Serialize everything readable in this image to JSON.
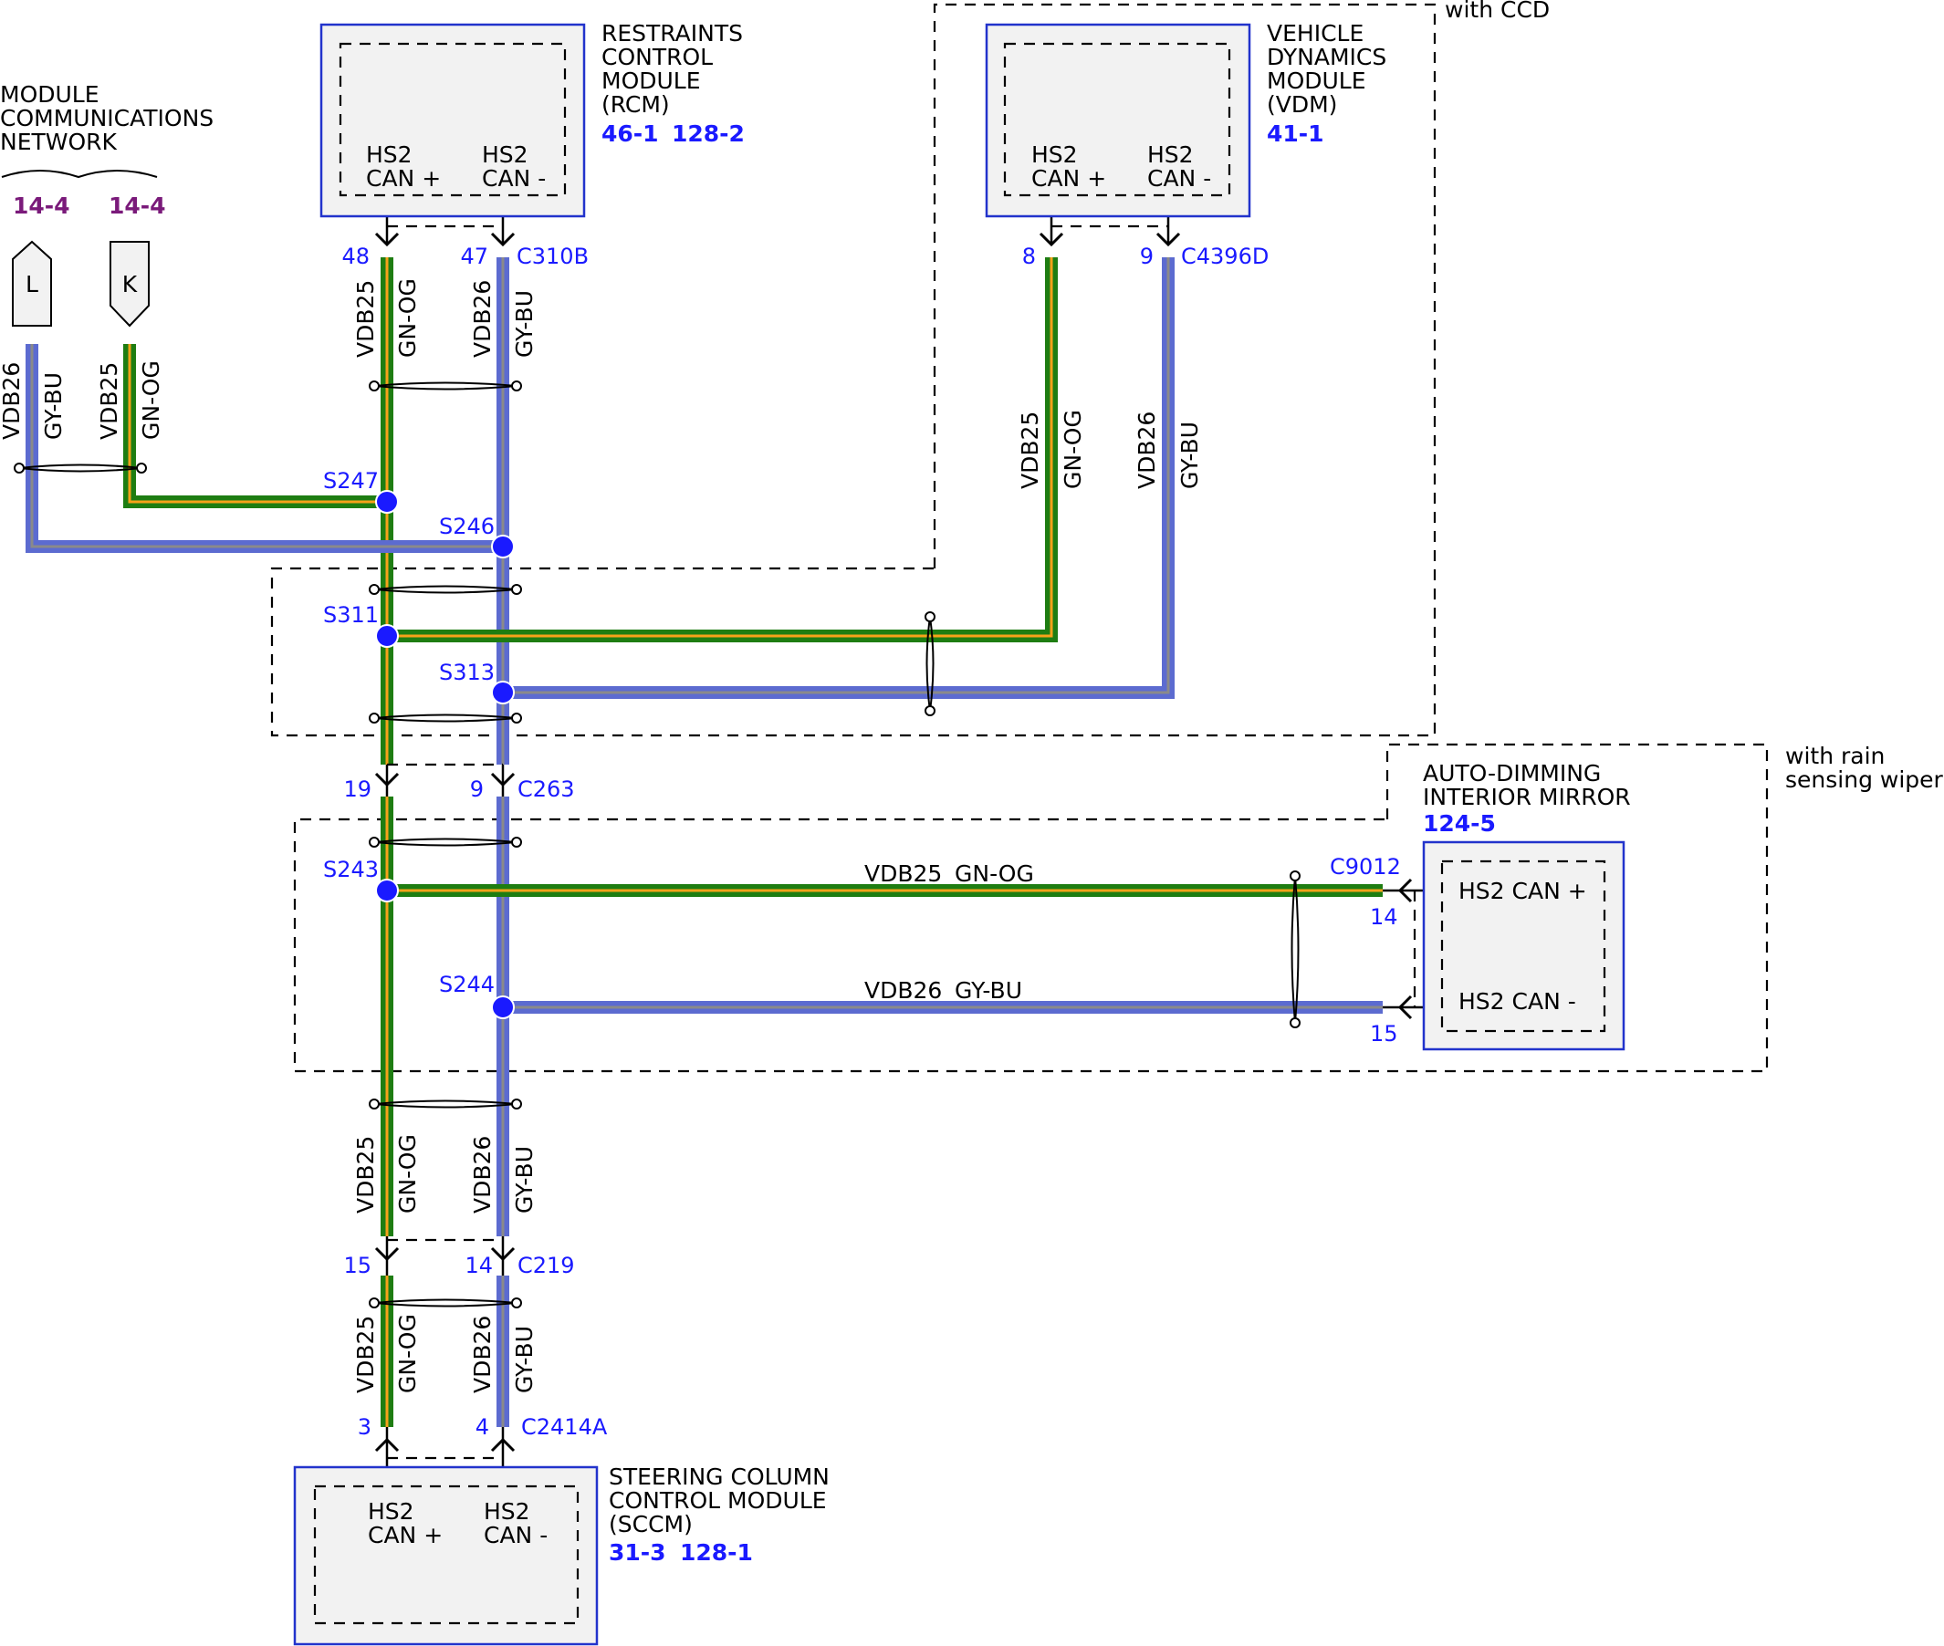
{
  "colors": {
    "pin_text": "#1a1aff",
    "ref_blue": "#1a1aff",
    "ref_purple": "#7a1a7a",
    "module_border": "#2233cc",
    "module_fill": "#f2f2f2",
    "splice_dot": "#1a1aff",
    "wire_gn_og_base": "#1e7d12",
    "wire_gn_og_stripe": "#f6a21a",
    "wire_gy_bu_base": "#5c6bd0",
    "wire_gy_bu_stripe": "#8a8a8a"
  },
  "network": {
    "line1": "MODULE",
    "line2": "COMMUNICATIONS",
    "line3": "NETWORK",
    "ref_left": "14-4",
    "ref_right": "14-4",
    "conn_left": "L",
    "conn_right": "K"
  },
  "rcm": {
    "name_line1": "RESTRAINTS",
    "name_line2": "CONTROL",
    "name_line3": "MODULE",
    "name_line4": "(RCM)",
    "ref1": "46-1",
    "ref2": "128-2",
    "pin_plus_l1": "HS2",
    "pin_plus_l2": "CAN +",
    "pin_minus_l1": "HS2",
    "pin_minus_l2": "CAN -",
    "connector": "C310B",
    "pin_a": "48",
    "pin_b": "47"
  },
  "vdm": {
    "name_line1": "VEHICLE",
    "name_line2": "DYNAMICS",
    "name_line3": "MODULE",
    "name_line4": "(VDM)",
    "ref1": "41-1",
    "pin_plus_l1": "HS2",
    "pin_plus_l2": "CAN +",
    "pin_minus_l1": "HS2",
    "pin_minus_l2": "CAN -",
    "connector": "C4396D",
    "pin_a": "8",
    "pin_b": "9",
    "option_note": "with CCD"
  },
  "mirror": {
    "name_line1": "AUTO-DIMMING",
    "name_line2": "INTERIOR MIRROR",
    "ref1": "124-5",
    "pin_plus": "HS2 CAN +",
    "pin_minus": "HS2 CAN -",
    "connector": "C9012",
    "pin_a": "14",
    "pin_b": "15",
    "option_line1": "with rain",
    "option_line2": "sensing wipers"
  },
  "sccm": {
    "name_line1": "STEERING COLUMN",
    "name_line2": "CONTROL MODULE",
    "name_line3": "(SCCM)",
    "ref1": "31-3",
    "ref2": "128-1",
    "pin_plus_l1": "HS2",
    "pin_plus_l2": "CAN +",
    "pin_minus_l1": "HS2",
    "pin_minus_l2": "CAN -",
    "connector": "C2414A",
    "pin_a": "3",
    "pin_b": "4"
  },
  "c263": {
    "connector": "C263",
    "pin_a": "19",
    "pin_b": "9"
  },
  "c219": {
    "connector": "C219",
    "pin_a": "15",
    "pin_b": "14"
  },
  "splices": {
    "s247": "S247",
    "s246": "S246",
    "s311": "S311",
    "s313": "S313",
    "s243": "S243",
    "s244": "S244"
  },
  "wires": {
    "circuit_plus": "VDB25",
    "color_plus": "GN-OG",
    "circuit_minus": "VDB26",
    "color_minus": "GY-BU"
  }
}
